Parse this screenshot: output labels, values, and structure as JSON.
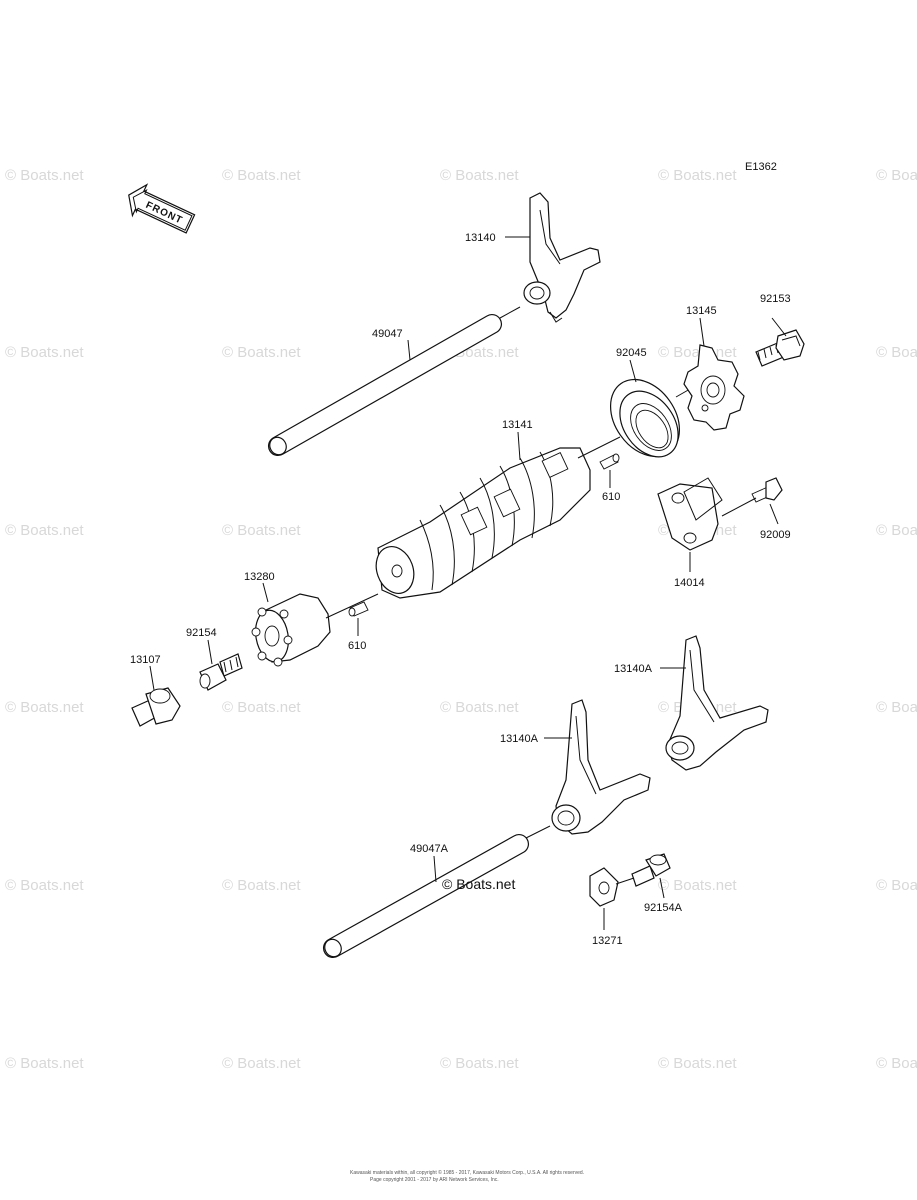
{
  "diagram_code": "E1362",
  "front_arrow_label": "FRONT",
  "watermark_text": "© Boats.net",
  "center_watermark": "© Boats.net",
  "footer_lines": [
    "Kawasaki materials within, all copyright © 1985 - 2017, Kawasaki Motors Corp., U.S.A. All rights reserved.",
    "Page copyright 2001 - 2017 by ARI Network Services, Inc."
  ],
  "parts": {
    "p13140": "13140",
    "p49047": "49047",
    "p13145": "13145",
    "p92153": "92153",
    "p92045": "92045",
    "p13141": "13141",
    "p610a": "610",
    "p92009": "92009",
    "p14014": "14014",
    "p13280": "13280",
    "p610b": "610",
    "p92154": "92154",
    "p13107": "13107",
    "p13140A_right": "13140A",
    "p13140A_left": "13140A",
    "p49047A": "49047A",
    "p92154A": "92154A",
    "p13271": "13271"
  }
}
